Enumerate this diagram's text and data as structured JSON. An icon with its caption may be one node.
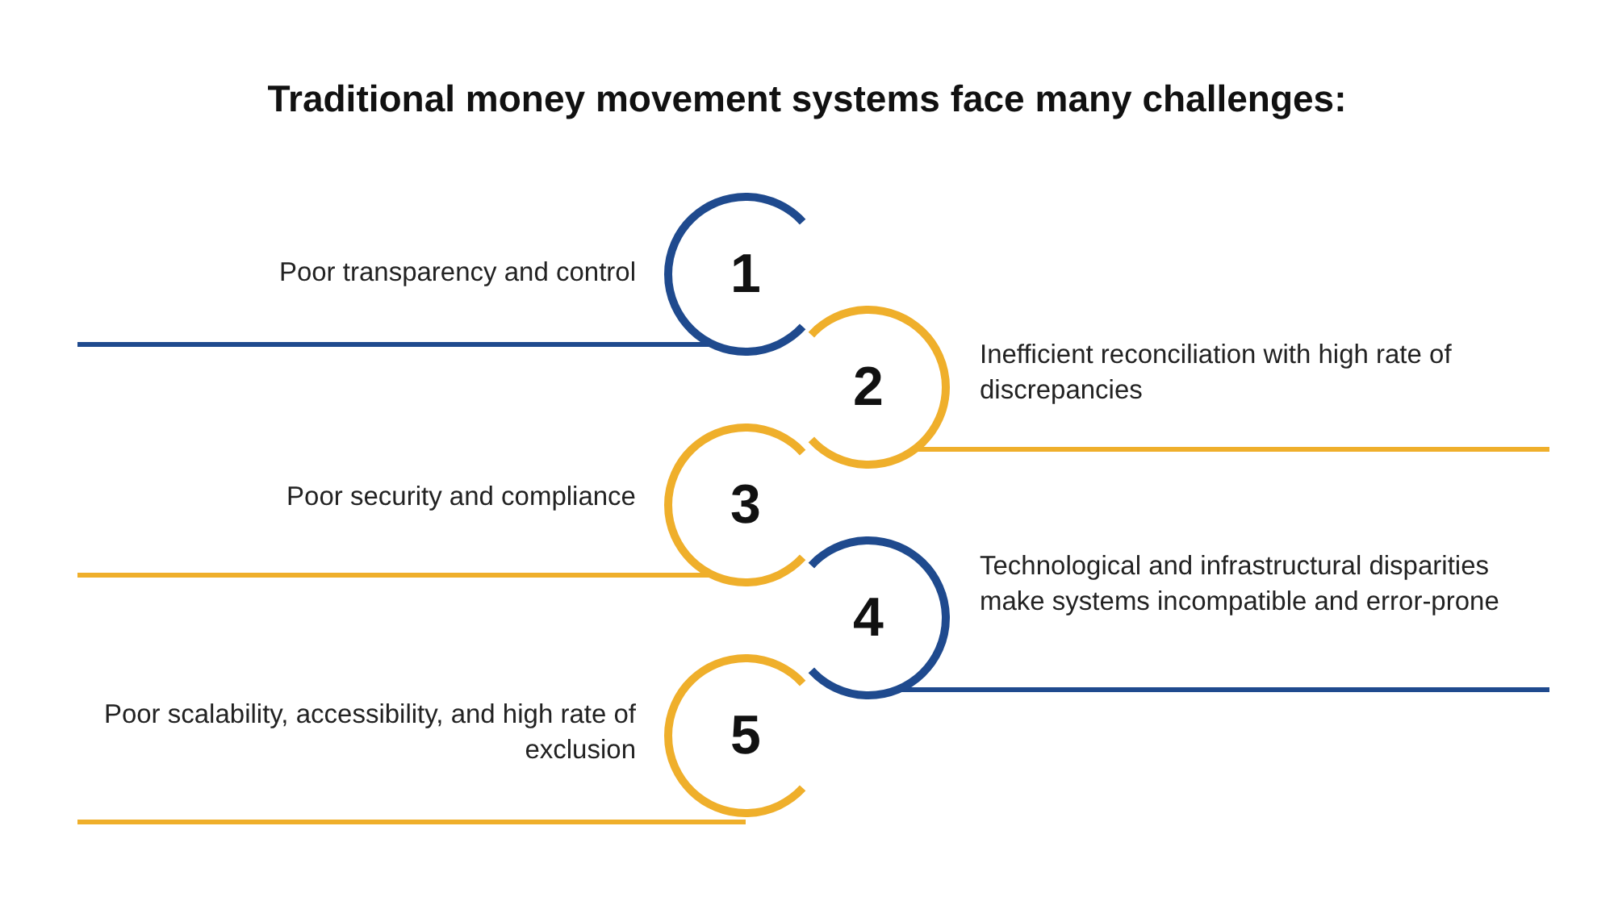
{
  "diagram": {
    "title": "Traditional money movement systems face many challenges:",
    "nodes": [
      {
        "text": [
          "1"
        ],
        "beside": [
          "Poor transparency and control"
        ]
      },
      {
        "text": [
          "2"
        ],
        "beside": [
          "Inefficient reconciliation with high rate of discrepancies"
        ]
      },
      {
        "text": [
          "3"
        ],
        "beside": [
          "Poor security and compliance"
        ]
      },
      {
        "text": [
          "4"
        ],
        "beside": [
          "Technological and infrastructural disparities make systems incompatible and error-prone"
        ]
      },
      {
        "text": [
          "5"
        ],
        "beside": [
          "Poor scalability, accessibility, and high rate of exclusion"
        ]
      }
    ]
  }
}
